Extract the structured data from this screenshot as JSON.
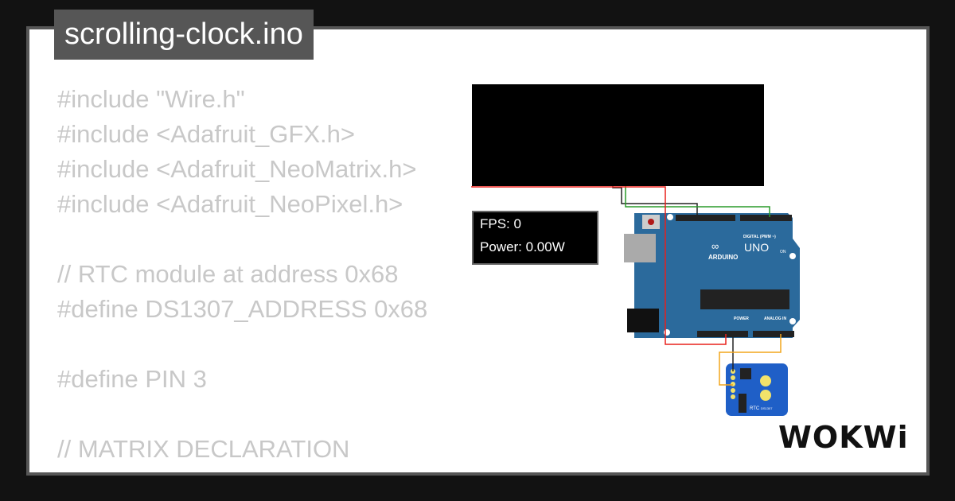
{
  "title": "scrolling-clock.ino",
  "code_lines": [
    "#include \"Wire.h\"",
    "#include <Adafruit_GFX.h>",
    "#include <Adafruit_NeoMatrix.h>",
    "#include <Adafruit_NeoPixel.h>",
    "",
    "// RTC module at address 0x68",
    "#define DS1307_ADDRESS 0x68",
    "",
    "#define PIN 3",
    "",
    "// MATRIX DECLARATION"
  ],
  "simulation": {
    "fps_label": "FPS: 0",
    "power_label": "Power: 0.00W"
  },
  "board": {
    "brand": "ARDUINO",
    "model": "UNO",
    "digital_label": "DIGITAL (PWM ~)",
    "power_label": "POWER",
    "analog_label": "ANALOG IN",
    "on_label": "ON",
    "rtc_label": "RTC",
    "rtc_chip": "DS1307"
  },
  "brand_logo": "WOKWi",
  "colors": {
    "board": "#2b6a9c",
    "rtc_board": "#1f5fc7",
    "wire_red": "#e8201c",
    "wire_green": "#2a9b2a",
    "wire_black": "#222222",
    "wire_orange": "#f2a51c"
  }
}
